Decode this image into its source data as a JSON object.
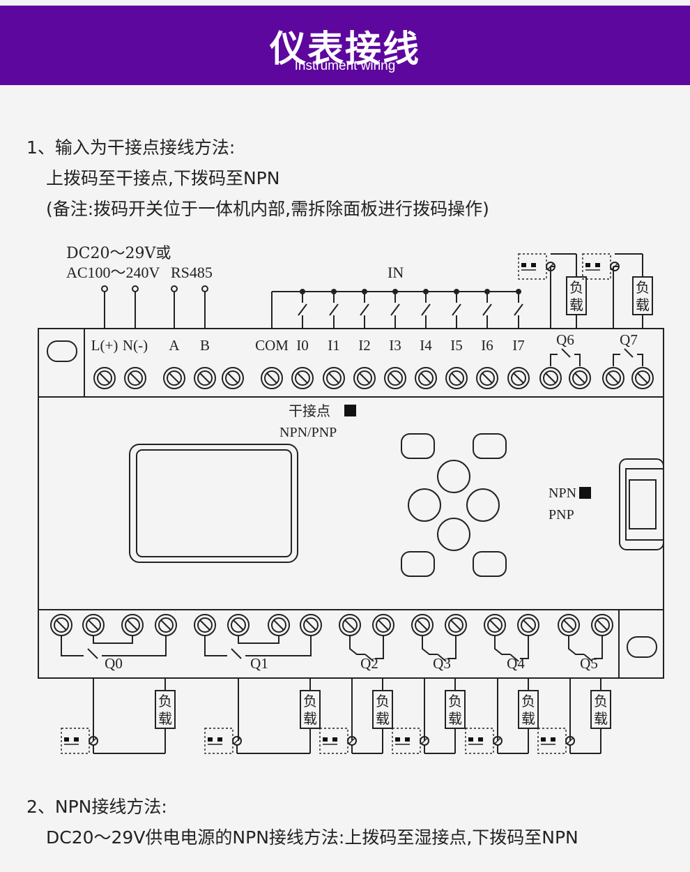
{
  "header": {
    "title": "仪表接线",
    "subtitle": "Instrument wiring",
    "background": "#5e079e"
  },
  "section1": {
    "heading": "1、输入为干接点接线方法:",
    "line1": "上拨码至干接点,下拨码至NPN",
    "note": "(备注:拨码开关位于一体机内部,需拆除面板进行拨码操作)"
  },
  "diagram": {
    "power_label_1": "DC20～29V或",
    "power_label_2": "AC100～240V",
    "rs485_label": "RS485",
    "in_label": "IN",
    "top_terminals": [
      "L(+)",
      "N(-)",
      "A",
      "B",
      "COM",
      "I0",
      "I1",
      "I2",
      "I3",
      "I4",
      "I5",
      "I6",
      "I7",
      "Q6",
      "Q7"
    ],
    "bottom_outputs": [
      "Q0",
      "Q1",
      "Q2",
      "Q3",
      "Q4",
      "Q5"
    ],
    "switch1_label_1": "干接点",
    "switch1_label_2": "NPN/PNP",
    "switch2_label_1": "NPN",
    "switch2_label_2": "PNP",
    "load_char_1": "负",
    "load_char_2": "载"
  },
  "section2": {
    "heading": "2、NPN接线方法:",
    "line1": "DC20～29V供电电源的NPN接线方法:上拨码至湿接点,下拨码至NPN"
  }
}
